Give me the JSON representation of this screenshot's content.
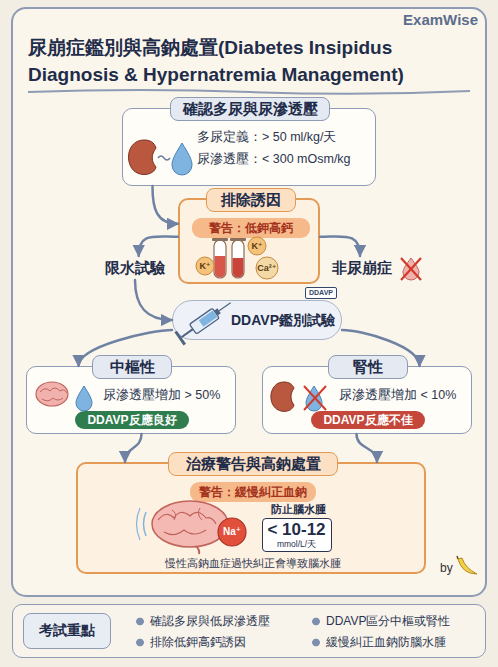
{
  "diagram": {
    "title": "尿崩症鑑別與高鈉處置(Diabetes Insipidus Diagnosis & Hypernatremia Management)",
    "nodes": [
      {
        "text": [
          "確認多尿與尿滲透壓",
          "多尿定義：> 50 ml/kg/天",
          "尿滲透壓：< 300 mOsm/kg"
        ]
      },
      {
        "text": [
          "排除誘因"
        ]
      },
      {
        "text": [
          "警告：低鉀高鈣"
        ],
        "in": 1
      },
      {
        "text": [
          "限水試驗"
        ]
      },
      {
        "text": [
          "非尿崩症"
        ]
      },
      {
        "text": [
          "DDAVP鑑別試驗"
        ]
      },
      {
        "text": [
          "中樞性",
          "尿滲透壓增加 > 50%"
        ]
      },
      {
        "text": [
          "DDAVP反應良好"
        ],
        "in": 6
      },
      {
        "text": [
          "腎性",
          "尿滲透壓增加 < 10%"
        ]
      },
      {
        "text": [
          "DDAVP反應不佳"
        ],
        "in": 8
      },
      {
        "text": [
          "治療警告與高鈉處置",
          "慢性高鈉血症過快糾正會導致腦水腫"
        ]
      },
      {
        "text": [
          "警告：緩慢糾正血鈉"
        ],
        "in": 10
      },
      {
        "text": [
          "防止腦水腫",
          "< 10-12",
          "mmol/L/天"
        ],
        "in": 10
      },
      {
        "text": [
          "考試重點",
          "確認多尿與低尿滲透壓",
          "DDAVP區分中樞或腎性",
          "排除低鉀高鈣誘因",
          "緩慢糾正血鈉防腦水腫"
        ]
      }
    ],
    "edges": [
      {
        "from": 0,
        "to": 1,
        "arrow": "to"
      },
      {
        "from": 1,
        "to": 3,
        "arrow": "to"
      },
      {
        "from": 1,
        "to": 4,
        "arrow": "to"
      },
      {
        "from": 3,
        "to": 5,
        "arrow": "to"
      },
      {
        "from": 5,
        "to": 6,
        "arrow": "to"
      },
      {
        "from": 5,
        "to": 8,
        "arrow": "to"
      },
      {
        "from": 6,
        "to": 10,
        "arrow": "to"
      },
      {
        "from": 8,
        "to": 10,
        "arrow": "to"
      }
    ],
    "labels": [
      "ExamWise",
      "K⁺",
      "K⁺",
      "Ca²⁺",
      "DDAVP",
      "Na⁺",
      "by"
    ]
  }
}
